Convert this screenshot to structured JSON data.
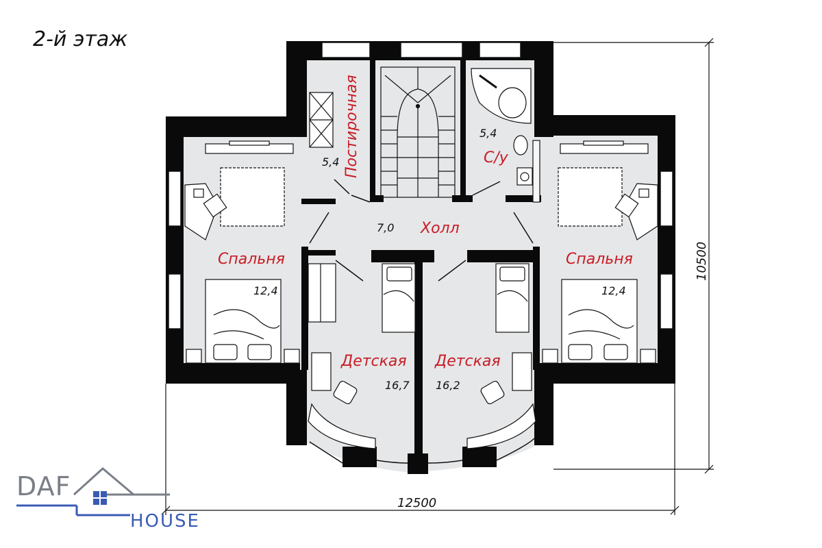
{
  "title": "2-й этаж",
  "rooms": {
    "storage": {
      "name": "Постирочная",
      "area": "5,4"
    },
    "bathroom": {
      "name": "С/у",
      "area": "5,4"
    },
    "hall": {
      "name": "Холл",
      "area": "7,0"
    },
    "bedroom_left": {
      "name": "Спальня",
      "area": "12,4"
    },
    "bedroom_right": {
      "name": "Спальня",
      "area": "12,4"
    },
    "kids_left": {
      "name": "Детская",
      "area": "16,7"
    },
    "kids_right": {
      "name": "Детская",
      "area": "16,2"
    }
  },
  "dimensions": {
    "width": "12500",
    "height": "10500"
  },
  "logo": {
    "top": "DAF",
    "bottom": "HOUSE"
  },
  "colors": {
    "wall": "#0a0a0a",
    "floor": "#e6e7e9",
    "room_label": "#c81d25",
    "logo_grey": "#7a7f87",
    "logo_blue": "#3a5bb5"
  }
}
